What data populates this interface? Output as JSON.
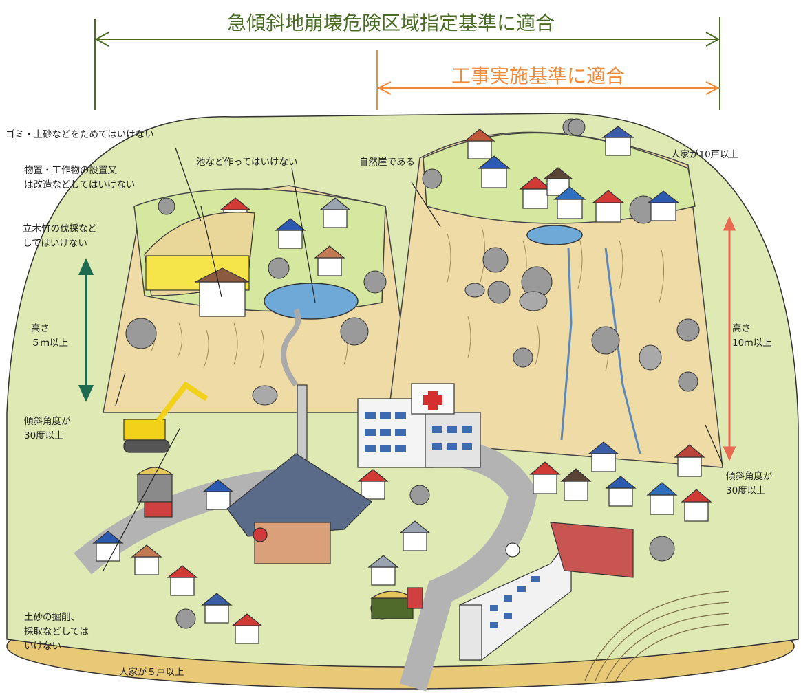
{
  "colors": {
    "banner_green": "#4a6b24",
    "banner_orange": "#ef8b3a",
    "arrow_teal": "#1f6b52",
    "arrow_red": "#e8694f",
    "slope_fill": "#efdba6",
    "grass": "#d9e8a8",
    "road": "#b3b3b3"
  },
  "banners": {
    "designation": "急傾斜地崩壊危険区域指定基準に適合",
    "construction": "工事実施基準に適合"
  },
  "left_labels": {
    "garbage": "ゴミ・土砂などをためてはいけない",
    "structures": "物置・工作物の設置又\nは改造などしてはいけない",
    "pond": "池など作ってはいけない",
    "trees": "立木竹の伐採など\nしてはいけない",
    "height": "高さ\n５ｍ以上",
    "angle": "傾斜角度が\n30度以上",
    "digging": "土砂の掘削、\n採取などしては\nいけない",
    "houses": "人家が５戸以上"
  },
  "right_labels": {
    "natural": "自然崖である",
    "houses": "人家が10戸以上",
    "height": "高さ\n10ｍ以上",
    "angle": "傾斜角度が\n30度以上"
  },
  "icons": {
    "hospital": "red-cross-icon",
    "chimney": "smokestack-icon",
    "excavator": "excavator-icon",
    "dump_truck": "dump-truck-icon"
  }
}
